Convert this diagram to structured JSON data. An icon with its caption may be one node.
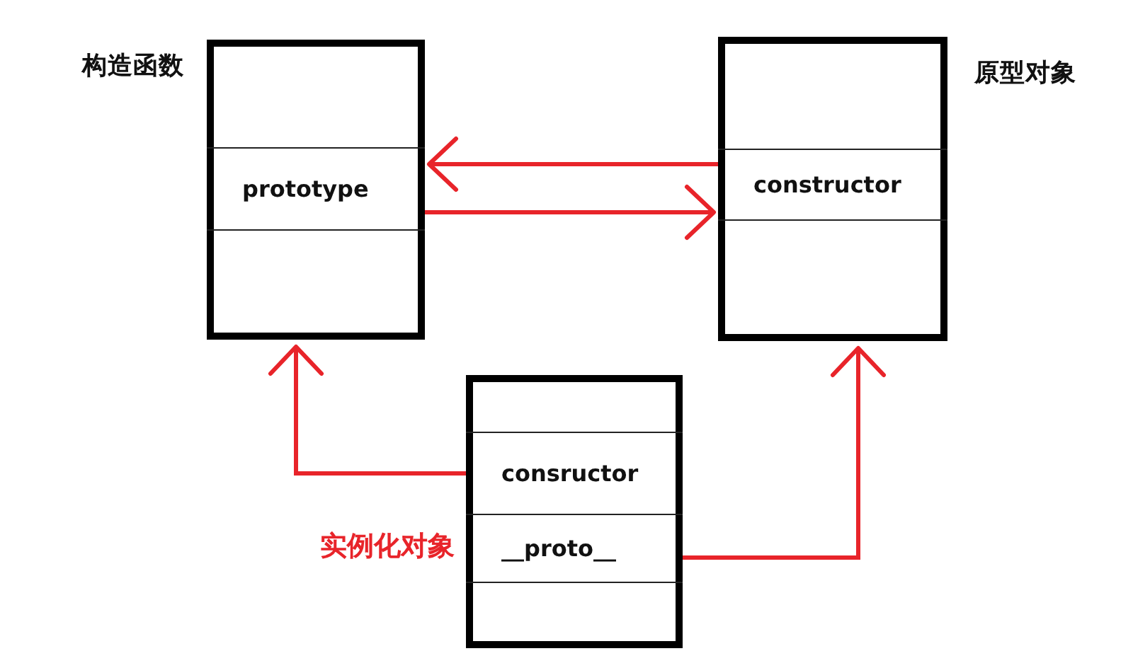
{
  "diagram": {
    "nodes": [
      {
        "text": [
          "构造函数"
        ]
      },
      {
        "text": [
          "prototype"
        ],
        "in": 0
      },
      {
        "text": [
          "原型对象"
        ]
      },
      {
        "text": [
          "constructor"
        ],
        "in": 2
      },
      {
        "text": [
          "实例化对象"
        ]
      },
      {
        "text": [
          "consructor"
        ],
        "in": 4
      },
      {
        "text": [
          "__proto__"
        ],
        "in": 4
      }
    ],
    "edges": [
      {
        "from": 1,
        "to": 3,
        "arrow": "to"
      },
      {
        "from": 3,
        "to": 1,
        "arrow": "to"
      },
      {
        "from": 5,
        "to": 0,
        "arrow": "to"
      },
      {
        "from": 6,
        "to": 2,
        "arrow": "to"
      }
    ]
  }
}
